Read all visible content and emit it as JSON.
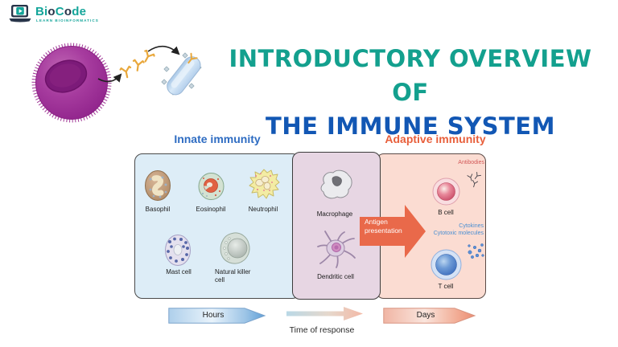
{
  "logo": {
    "name_part1": "Bi",
    "name_part2": "o",
    "name_part3": "C",
    "name_part4": "o",
    "name_part5": "de",
    "tagline": "LEARN BIOINFORMATICS"
  },
  "title": {
    "line1": "INTRODUCTORY OVERVIEW OF",
    "line2": "THE IMMUNE SYSTEM"
  },
  "diagram": {
    "innate": {
      "header": "Innate immunity",
      "cells": [
        "Basophil",
        "Eosinophil",
        "Neutrophil",
        "Mast cell",
        "Natural killer cell"
      ]
    },
    "presentation": {
      "cells": [
        "Macrophage",
        "Dendritic cell"
      ],
      "arrow_label_line1": "Antigen",
      "arrow_label_line2": "presentation"
    },
    "adaptive": {
      "header": "Adaptive immunity",
      "antibodies_label": "Antibodies",
      "b_cell_label": "B cell",
      "cytokines_label": "Cytokines",
      "cytotoxic_label": "Cytotoxic molecules",
      "t_cell_label": "T cell"
    },
    "timeline": {
      "hours_label": "Hours",
      "axis_label": "Time of response",
      "days_label": "Days"
    }
  },
  "colors": {
    "brand_teal": "#14a59a",
    "brand_navy": "#273449",
    "title_teal": "#13a08e",
    "title_blue": "#1257b4",
    "innate_header_blue": "#2e6cc2",
    "adaptive_header_orange": "#e85f3b",
    "innate_panel_bg": "#ddedf7",
    "presentation_panel_bg": "#e7d6e3",
    "adaptive_panel_bg": "#fbdcd2",
    "antigen_arrow_orange": "#e9694a",
    "antibodies_red": "#d25858",
    "cytokines_blue": "#4a8fd2"
  }
}
